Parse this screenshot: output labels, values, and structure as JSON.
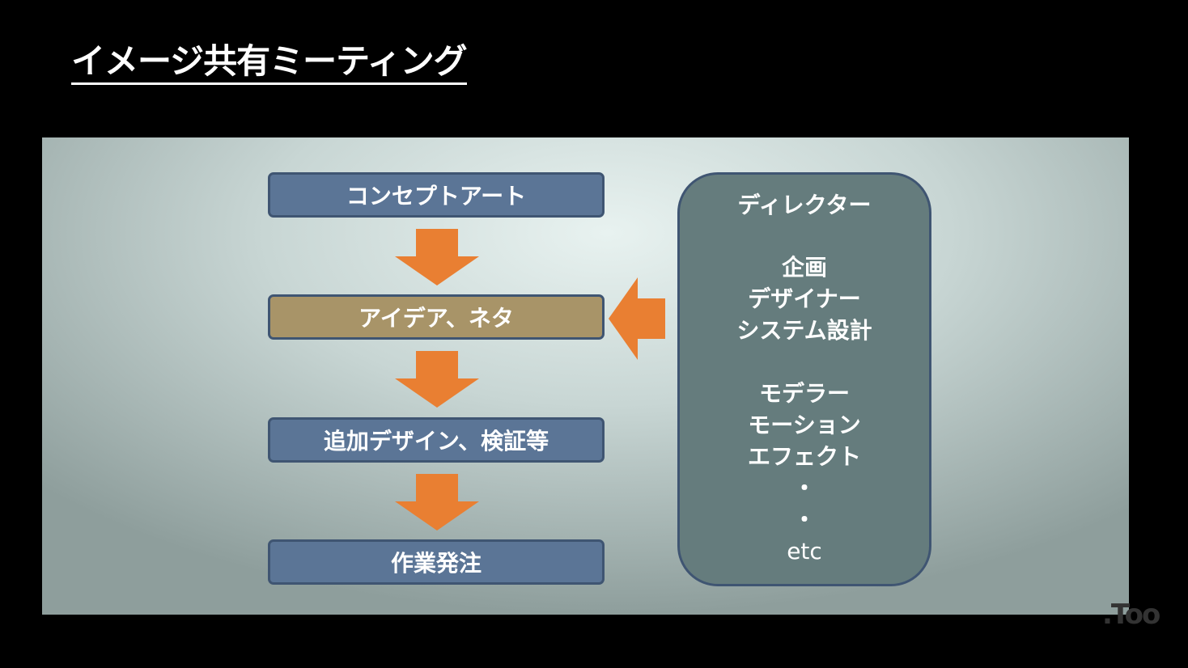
{
  "title": "イメージ共有ミーティング",
  "flow": [
    "コンセプトアート",
    "アイデア、ネタ",
    "追加デザイン、検証等",
    "作業発注"
  ],
  "panel": {
    "heading": "ディレクター",
    "group1": [
      "企画",
      "デザイナー",
      "システム設計"
    ],
    "group2": [
      "モデラー",
      "モーション",
      "エフェクト",
      "・",
      "・",
      "etc"
    ]
  },
  "logo": ".Too",
  "colors": {
    "box": "#5b7596",
    "highlight": "#a89468",
    "arrow": "#e97f32",
    "panel": "#657c7d"
  }
}
